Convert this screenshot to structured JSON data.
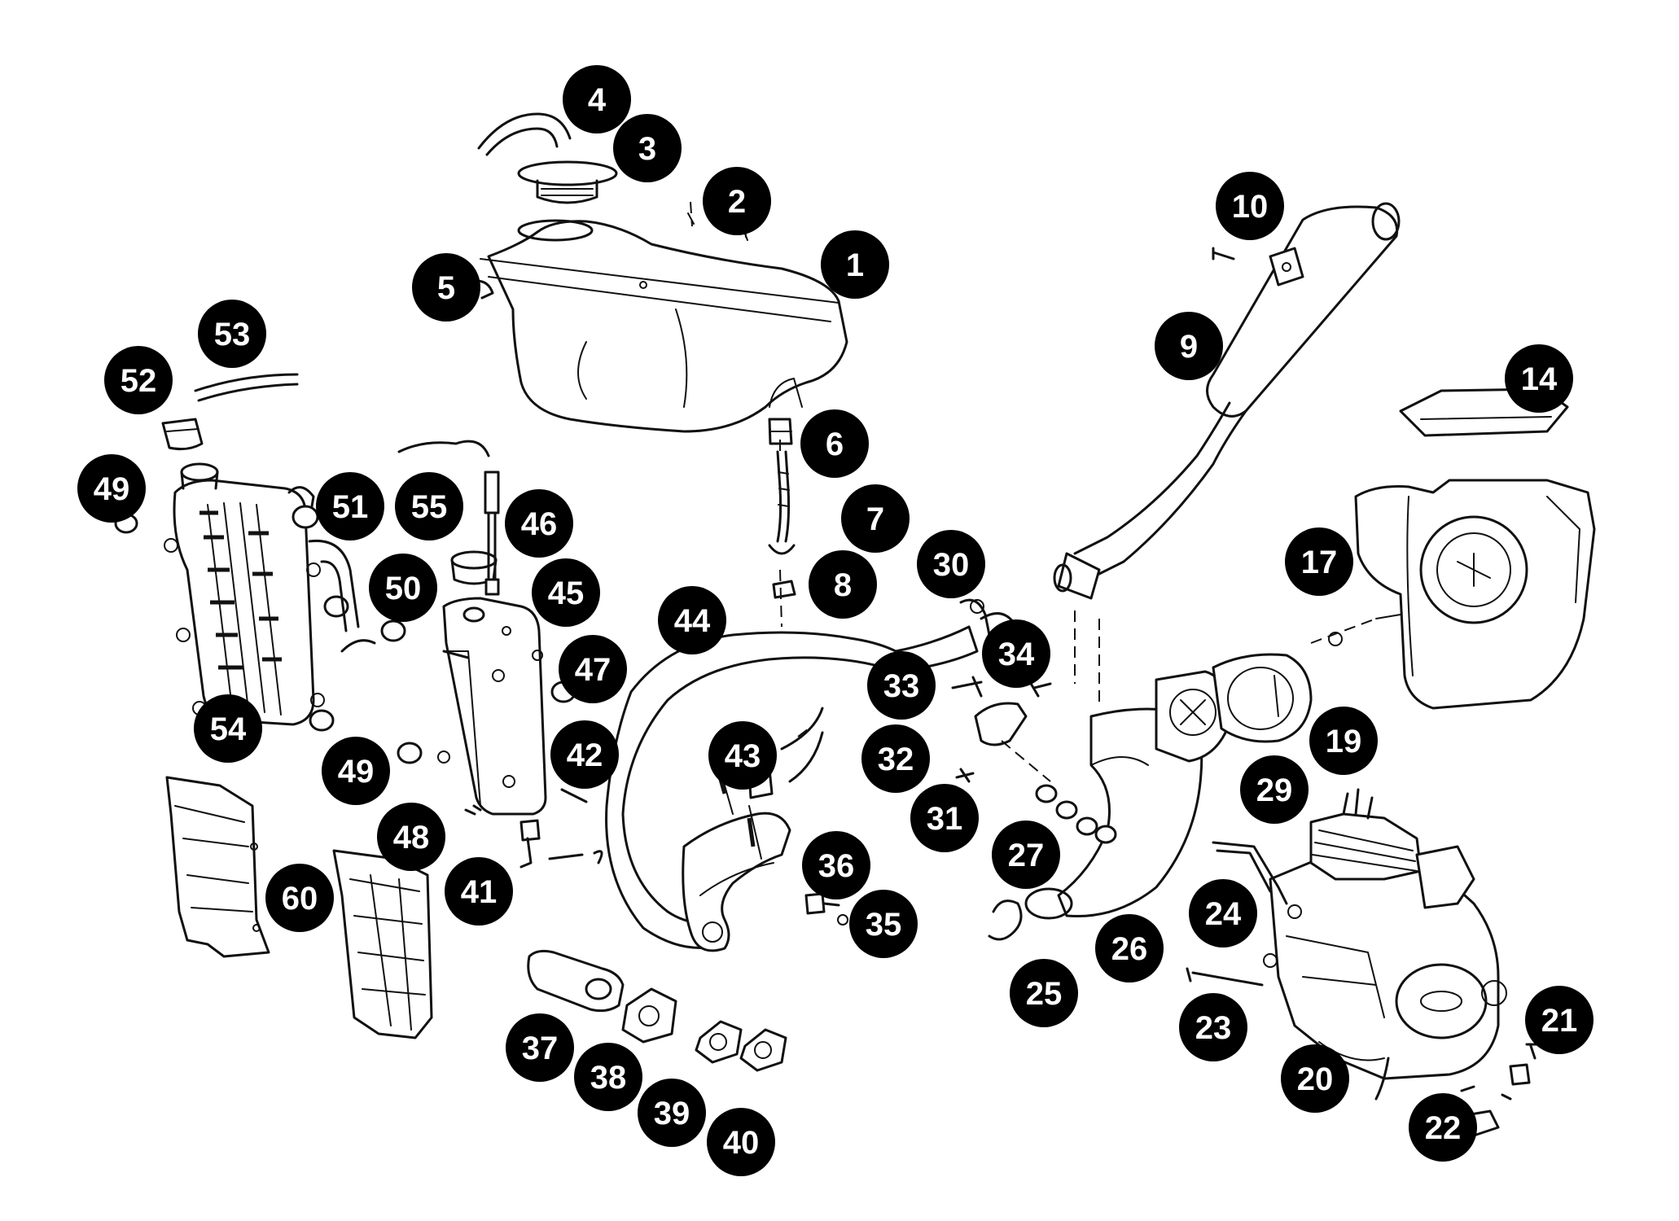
{
  "callouts": [
    {
      "label": "1"
    },
    {
      "label": "2"
    },
    {
      "label": "3"
    },
    {
      "label": "4"
    },
    {
      "label": "5"
    },
    {
      "label": "6"
    },
    {
      "label": "7"
    },
    {
      "label": "8"
    },
    {
      "label": "9"
    },
    {
      "label": "10"
    },
    {
      "label": "14"
    },
    {
      "label": "17"
    },
    {
      "label": "19"
    },
    {
      "label": "20"
    },
    {
      "label": "21"
    },
    {
      "label": "22"
    },
    {
      "label": "23"
    },
    {
      "label": "24"
    },
    {
      "label": "25"
    },
    {
      "label": "26"
    },
    {
      "label": "27"
    },
    {
      "label": "29"
    },
    {
      "label": "30"
    },
    {
      "label": "31"
    },
    {
      "label": "32"
    },
    {
      "label": "33"
    },
    {
      "label": "34"
    },
    {
      "label": "35"
    },
    {
      "label": "36"
    },
    {
      "label": "37"
    },
    {
      "label": "38"
    },
    {
      "label": "39"
    },
    {
      "label": "40"
    },
    {
      "label": "41"
    },
    {
      "label": "42"
    },
    {
      "label": "43"
    },
    {
      "label": "44"
    },
    {
      "label": "45"
    },
    {
      "label": "46"
    },
    {
      "label": "47"
    },
    {
      "label": "48"
    },
    {
      "label": "49"
    },
    {
      "label": "49"
    },
    {
      "label": "50"
    },
    {
      "label": "51"
    },
    {
      "label": "52"
    },
    {
      "label": "53"
    },
    {
      "label": "54"
    },
    {
      "label": "55"
    },
    {
      "label": "60"
    }
  ],
  "colors": {
    "callout_fill": "#000000",
    "callout_text": "#ffffff",
    "line_art": "#111111",
    "background": "#ffffff"
  }
}
